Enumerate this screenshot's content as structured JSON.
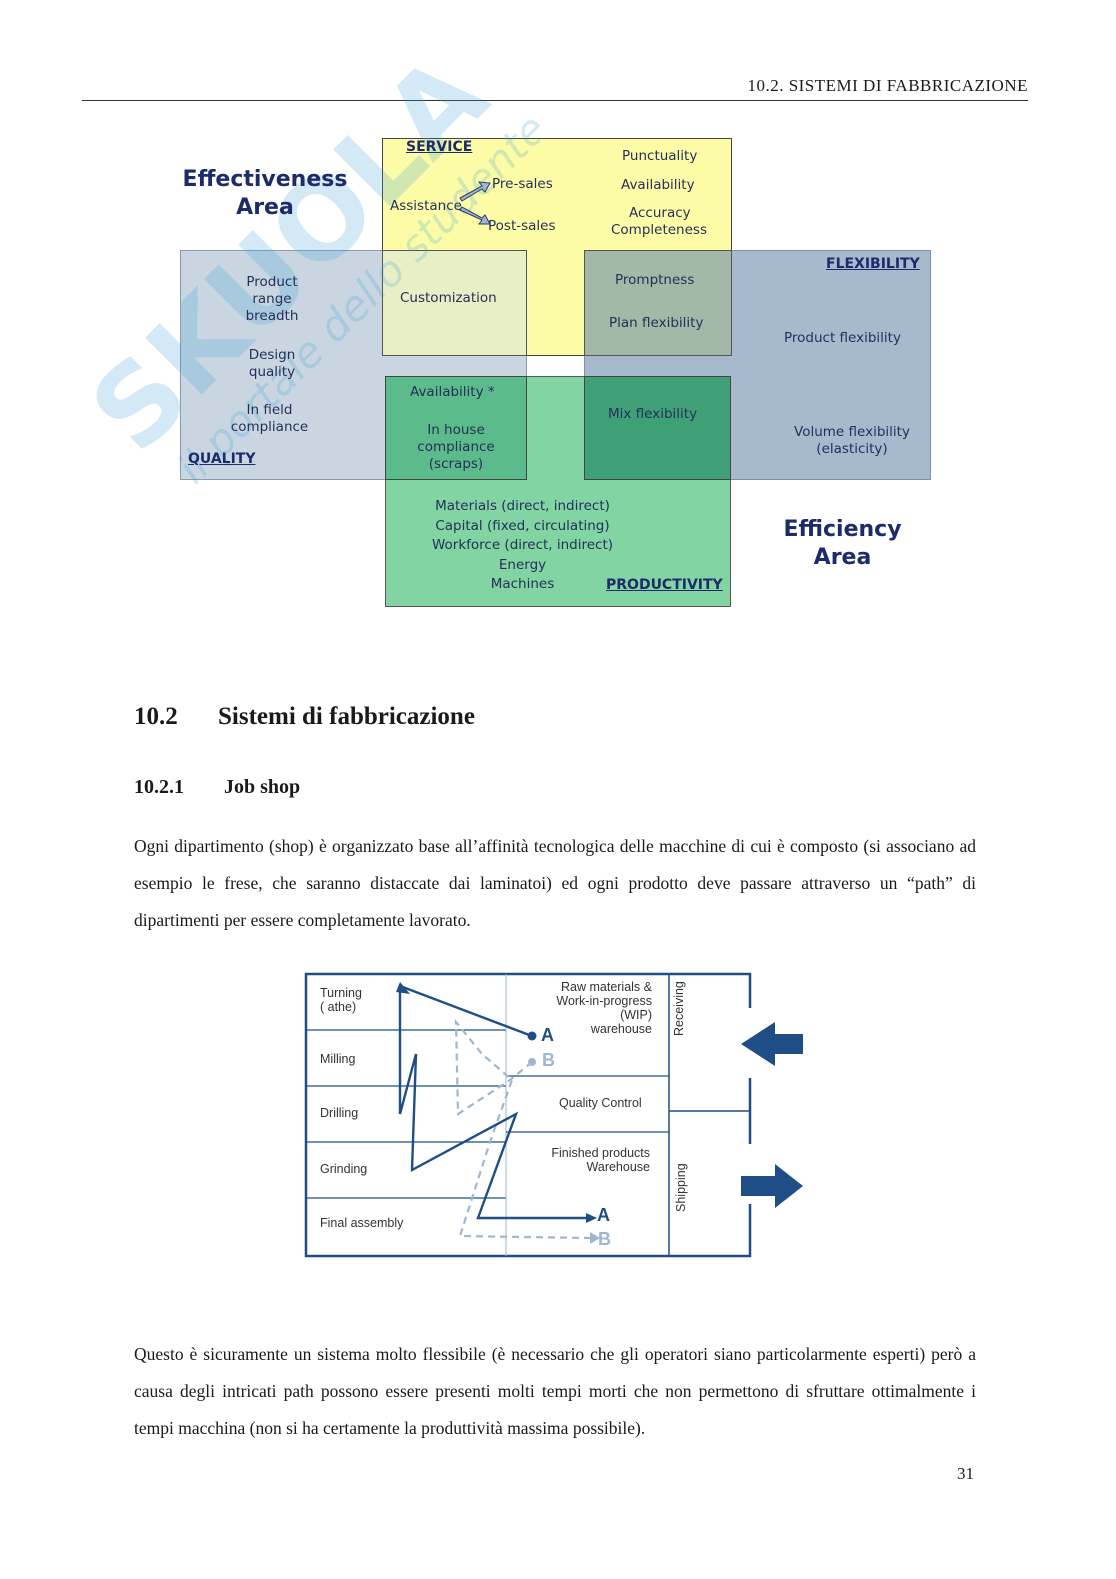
{
  "header": {
    "running_title": "10.2.  SISTEMI DI FABBRICAZIONE"
  },
  "figure1": {
    "effectiveness_area": [
      "Effectiveness",
      "Area"
    ],
    "efficiency_area": [
      "Efficiency",
      "Area"
    ],
    "service": {
      "title": "SERVICE",
      "assistance": "Assistance",
      "pre_sales": "Pre-sales",
      "post_sales": "Post-sales",
      "punctuality": "Punctuality",
      "availability": "Availability",
      "accuracy": "Accuracy",
      "completeness": "Completeness",
      "customization": "Customization"
    },
    "flexibility": {
      "title": "FLEXIBILITY",
      "promptness": "Promptness",
      "plan_flexibility": "Plan flexibility",
      "product_flexibility": "Product flexibility",
      "mix_flexibility": "Mix flexibility",
      "volume_flexibility": [
        "Volume flexibility",
        "(elasticity)"
      ]
    },
    "quality": {
      "title": "QUALITY",
      "product_range": [
        "Product",
        "range",
        "breadth"
      ],
      "design_quality": [
        "Design",
        "quality"
      ],
      "in_field": [
        "In field",
        "compliance"
      ],
      "availability_star": "Availability *",
      "in_house": [
        "In house",
        "compliance",
        "(scraps)"
      ]
    },
    "productivity": {
      "title": "PRODUCTIVITY",
      "items": [
        "Materials (direct, indirect)",
        "Capital (fixed, circulating)",
        "Workforce (direct, indirect)",
        "Energy",
        "Machines"
      ]
    },
    "colors": {
      "service": "#fdfba8",
      "flexibility": "#9fb3c8",
      "quality": "#c9d6e2",
      "productivity": "#7fd3a0",
      "overlap_dark": "#4aaa7d",
      "title_blue": "#1d2a6b"
    }
  },
  "section": {
    "number": "10.2",
    "title": "Sistemi di fabbricazione"
  },
  "subsection": {
    "number": "10.2.1",
    "title": "Job shop"
  },
  "paragraph1": "Ogni dipartimento (shop) è organizzato base all’affinità tecnologica delle macchine di cui è composto (si associano ad esempio le frese, che saranno distaccate dai laminatoi) ed ogni prodotto deve passare attraverso un “path” di dipartimenti per essere completamente lavorato.",
  "figure2": {
    "departments": [
      "Turning\n(athe)",
      "Milling",
      "Drilling",
      "Grinding",
      "Final assembly"
    ],
    "turning": [
      "Turning",
      "( athe)"
    ],
    "milling": "Milling",
    "drilling": "Drilling",
    "grinding": "Grinding",
    "final_assembly": "Final assembly",
    "raw_materials": [
      "Raw materials &",
      "Work-in-progress",
      "(WIP)",
      "warehouse"
    ],
    "quality_control": "Quality Control",
    "finished_products": [
      "Finished products",
      "Warehouse"
    ],
    "receiving": "Receiving",
    "shipping": "Shipping",
    "path_a": "A",
    "path_b": "B",
    "colors": {
      "frame": "#1f4e86",
      "path_a": "#1f4e86",
      "path_b": "#9fb6d1"
    }
  },
  "paragraph2": "Questo è sicuramente un sistema molto flessibile (è necessario che gli operatori siano particolarmente esperti) però a causa degli intricati path possono essere presenti molti tempi morti che non permettono di sfruttare ottimalmente i tempi macchina (non si ha certamente la produttività massima possibile).",
  "page_number": "31"
}
